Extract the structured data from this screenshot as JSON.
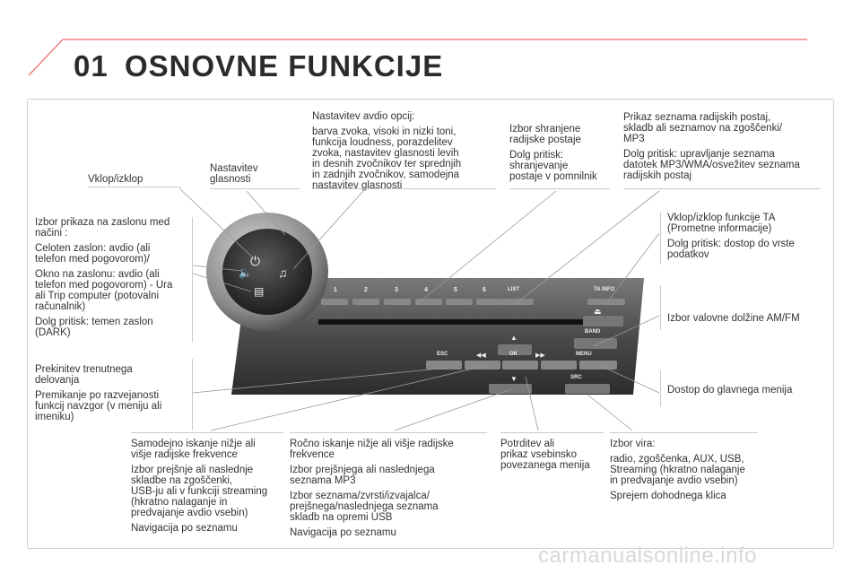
{
  "header": {
    "number": "01",
    "title": "OSNOVNE FUNKCIJE"
  },
  "labels": {
    "power": "Vklop/izklop",
    "volume": "Nastavitev\nglasnosti",
    "audio": [
      "Nastavitev avdio opcij:",
      "barva zvoka, visoki in nizki toni,\nfunkcija loudness, porazdelitev\nzvoka, nastavitev glasnosti levih\nin desnih zvočnikov ter sprednjih\nin zadnjih zvočnikov, samodejna\nnastavitev glasnosti"
    ],
    "presets": [
      "Izbor shranjene\nradijske postaje",
      "Dolg pritisk:\nshranjevanje\npostaje v pomnilnik"
    ],
    "list": [
      "Prikaz seznama radijskih postaj,\nskladb ali seznamov na zgoščenki/\nMP3",
      "Dolg pritisk: upravljanje seznama\ndatotek MP3/WMA/osvežitev seznama\nradijskih postaj"
    ],
    "display": [
      "Izbor prikaza na zaslonu med\nnačini :",
      "Celoten zaslon: avdio (ali\ntelefon med pogovorom)/",
      "Okno na zaslonu: avdio (ali\ntelefon med pogovorom) - Ura\nali Trip computer (potovalni\nračunalnik)",
      "Dolg pritisk: temen zaslon\n(DARK)"
    ],
    "ta": [
      "Vklop/izklop funkcije TA\n(Prometne informacije)",
      "Dolg pritisk: dostop do vrste\npodatkov"
    ],
    "band": "Izbor valovne dolžine AM/FM",
    "esc": [
      "Prekinitev trenutnega\ndelovanja",
      "Premikanje po razvejanosti\nfunkcij navzgor (v meniju ali\nimeniku)"
    ],
    "menu": "Dostop do glavnega menija",
    "seek": [
      "Samodejno iskanje nižje ali\nvišje radijske frekvence",
      "Izbor prejšnje ali naslednje\nskladbe na zgoščenki,\nUSB-ju ali v funkciji streaming\n(hkratno nalaganje in\npredvajanje avdio vsebin)",
      "Navigacija po seznamu"
    ],
    "manual": [
      "Ročno iskanje nižje ali višje radijske\nfrekvence",
      "Izbor prejšnjega ali naslednjega\nseznama MP3",
      "Izbor seznama/zvrsti/izvajalca/\nprejšnega/naslednjega seznama\nskladb na opremi USB",
      "Navigacija po seznamu"
    ],
    "ok": "Potrditev ali\nprikaz vsebinsko\npovezanega menija",
    "src": [
      "Izbor vira:",
      "radio, zgoščenka, AUX, USB,\nStreaming (hkratno nalaganje\nin predvajanje avdio vsebin)",
      "Sprejem dohodnega klica"
    ]
  },
  "panel": {
    "presets": [
      "1",
      "2",
      "3",
      "4",
      "5",
      "6"
    ],
    "list": "LIST",
    "ta_info": "TA INFO",
    "eject": "⏏",
    "band": "BAND",
    "esc": "ESC",
    "prev": "◀◀",
    "ok": "OK",
    "next": "▶▶",
    "menu": "MENU",
    "up": "▲",
    "down": "▼",
    "src": "SRC"
  },
  "watermark": "carmanualsonline.info",
  "colors": {
    "panel_dark": "#3a3a3a",
    "panel_mid": "#6a6a6a",
    "accent_line": "#e83a3a"
  }
}
